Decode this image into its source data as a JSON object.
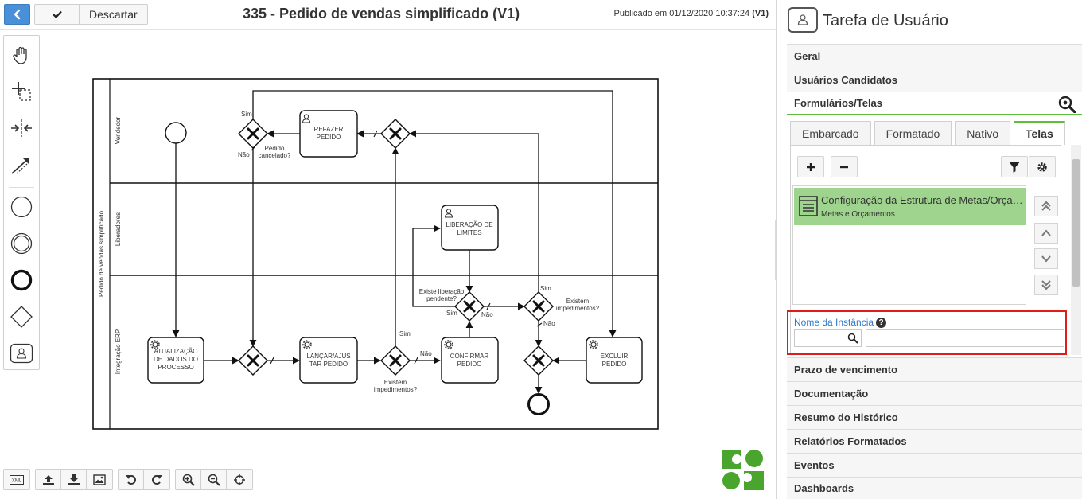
{
  "toolbar": {
    "back_icon": "chevron-left-icon",
    "check_icon": "check-icon",
    "discard_label": "Descartar",
    "title": "335 - Pedido de vendas simplificado (V1)",
    "published_prefix": "Publicado em 01/12/2020 10:37:24",
    "published_version": "(V1)"
  },
  "palette": {
    "tools": [
      "hand-icon",
      "lasso-select-icon",
      "space-tool-icon",
      "connect-arrow-icon",
      "start-event-icon",
      "intermediate-event-icon",
      "end-event-icon",
      "gateway-icon",
      "user-task-icon"
    ]
  },
  "diagram": {
    "pool_label": "Pedido de vendas simplificado",
    "lanes": [
      "Vendedor",
      "Liberadores",
      "Integração ERP"
    ],
    "tasks": {
      "refazer": [
        "REFAZER",
        "PEDIDO"
      ],
      "liberacao": [
        "LIBERAÇÃO DE",
        "LIMITES"
      ],
      "atualizacao": [
        "ATUALIZAÇÃO",
        "DE DADOS DO",
        "PROCESSO"
      ],
      "lancar": [
        "LANÇAR/AJUS",
        "TAR PEDIDO"
      ],
      "confirmar": [
        "CONFIRMAR",
        "PEDIDO"
      ],
      "excluir": [
        "EXCLUIR",
        "PEDIDO"
      ]
    },
    "labels": {
      "sim": "Sim",
      "nao": "Não",
      "pedido_cancelado": [
        "Pedido",
        "cancelado?"
      ],
      "existe_liberacao": [
        "Existe liberação",
        "pendente?"
      ],
      "existem_impedimentos": [
        "Existem",
        "impedimentos?"
      ]
    }
  },
  "bottom": {
    "tools": [
      "xml-icon",
      "upload-icon",
      "download-icon",
      "image-icon",
      "undo-icon",
      "redo-icon",
      "zoom-in-icon",
      "zoom-out-icon",
      "center-icon"
    ]
  },
  "panel": {
    "title": "Tarefa de Usuário",
    "sections_top": [
      "Geral",
      "Usuários Candidatos",
      "Formulários/Telas"
    ],
    "tabs": [
      "Embarcado",
      "Formatado",
      "Nativo",
      "Telas"
    ],
    "screen_item": {
      "title": "Configuração da Estrutura de Metas/Orçamentos",
      "subtitle": "Metas e Orçamentos"
    },
    "instance_label": "Nome da Instância",
    "instance_value": "",
    "sections_bottom": [
      "Prazo de vencimento",
      "Documentação",
      "Resumo do Histórico",
      "Relatórios Formatados",
      "Eventos",
      "Dashboards"
    ]
  },
  "colors": {
    "accent_blue": "#4a90d9",
    "active_tab_green": "#5fbf3a",
    "screen_item_bg": "#9fd48e",
    "highlight_red": "#e01b1b"
  }
}
